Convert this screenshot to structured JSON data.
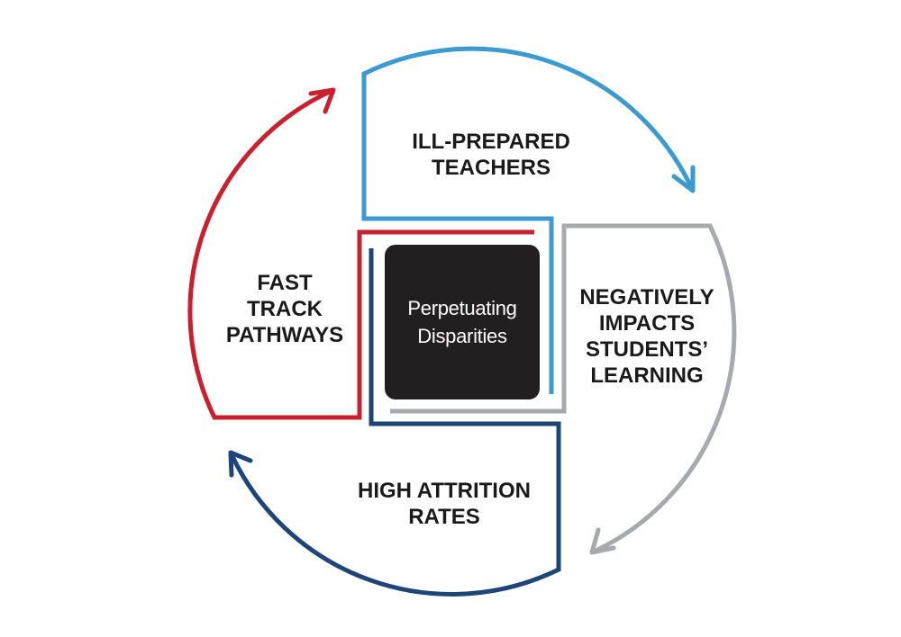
{
  "colors": {
    "light_blue": "#3d9ad1",
    "gray": "#a7a9ac",
    "navy": "#1d4577",
    "red": "#c8202f",
    "center_fill": "#231f20",
    "label_text": "#1a1a1a",
    "center_text": "#ffffff"
  },
  "center": {
    "line1": "Perpetuating",
    "line2": "Disparities"
  },
  "stages": [
    {
      "id": "ill-prepared-teachers",
      "color": "light_blue",
      "lines": [
        "ILL-PREPARED",
        "TEACHERS"
      ]
    },
    {
      "id": "negatively-impacts-students-learning",
      "color": "gray",
      "lines": [
        "NEGATIVELY",
        "IMPACTS",
        "STUDENTS’",
        "LEARNING"
      ]
    },
    {
      "id": "high-attrition-rates",
      "color": "navy",
      "lines": [
        "HIGH ATTRITION",
        "RATES"
      ]
    },
    {
      "id": "fast-track-pathways",
      "color": "red",
      "lines": [
        "FAST",
        "TRACK",
        "PATHWAYS"
      ]
    }
  ]
}
